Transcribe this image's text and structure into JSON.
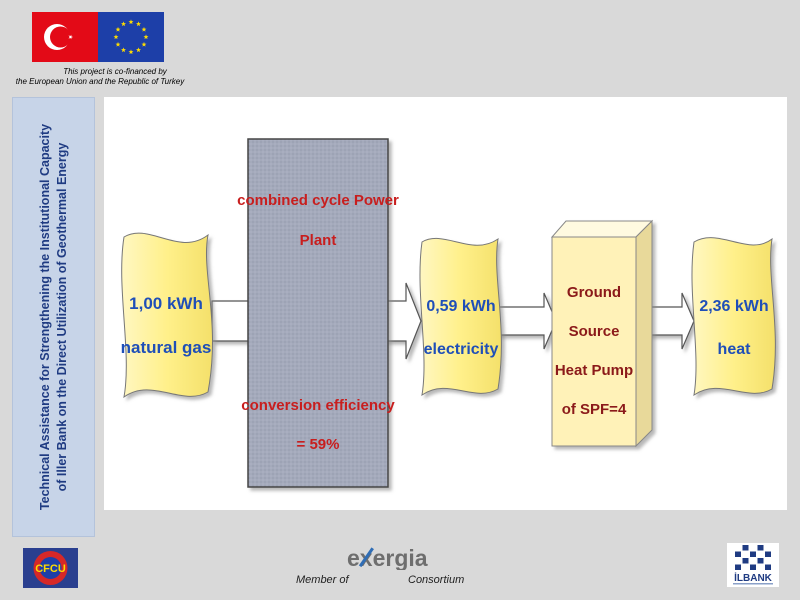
{
  "header": {
    "cofinance_line1": "This project is co-financed by",
    "cofinance_line2": "the European Union and the Republic of Turkey"
  },
  "sidebar": {
    "title_line1": "Technical Assistance for Strengthening the Institutional Capacity",
    "title_line2": "of Iller Bank on the Direct  Utilization of Geothermal Energy"
  },
  "diagram": {
    "input": {
      "line1": "1,00 kWh",
      "line2": "natural gas"
    },
    "plant": {
      "line1": "combined cycle Power",
      "line2": "Plant",
      "line3": "conversion efficiency",
      "line4": "= 59%"
    },
    "electricity": {
      "line1": "0,59 kWh",
      "line2": "electricity"
    },
    "heatpump": {
      "line1": "Ground",
      "line2": "Source",
      "line3": "Heat Pump",
      "line4": "of SPF=4"
    },
    "output": {
      "line1": "2,36 kWh",
      "line2": "heat"
    }
  },
  "footer": {
    "cfcu_logo": "CFCU",
    "exergia_logo": "exergia",
    "member_of": "Member of",
    "consortium": "Consortium",
    "ilbank_logo": "İLBANK"
  },
  "colors": {
    "background": "#d9d9d9",
    "side_panel": "#c7d4e8",
    "side_text": "#1f3b82",
    "energy_box": "#fff29c",
    "energy_text": "#1f4fb8",
    "plant_fill": "#a4aabb",
    "plant_text": "#c81e1e",
    "pump_fill": "#fff2b8",
    "pump_text": "#8b1a1a"
  }
}
